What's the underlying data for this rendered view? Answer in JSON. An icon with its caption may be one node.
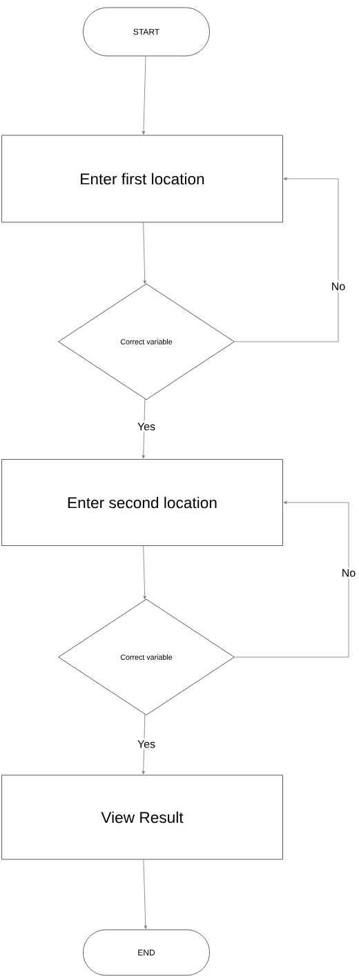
{
  "diagram": {
    "nodes": [
      {
        "text": [
          "START"
        ]
      },
      {
        "text": [
          "Enter first location"
        ]
      },
      {
        "text": [
          "Correct variable"
        ]
      },
      {
        "text": [
          "Enter second location"
        ]
      },
      {
        "text": [
          "Correct variable"
        ]
      },
      {
        "text": [
          "View Result"
        ]
      },
      {
        "text": [
          "END"
        ]
      }
    ],
    "edges": [
      {
        "from": 0,
        "to": 1,
        "arrow": "to"
      },
      {
        "from": 1,
        "to": 2,
        "arrow": "to"
      },
      {
        "from": 2,
        "to": 3,
        "arrow": "to",
        "label": "Yes"
      },
      {
        "from": 2,
        "to": 1,
        "arrow": "to",
        "label": "No"
      },
      {
        "from": 3,
        "to": 4,
        "arrow": "to"
      },
      {
        "from": 4,
        "to": 5,
        "arrow": "to",
        "label": "Yes"
      },
      {
        "from": 4,
        "to": 3,
        "arrow": "to",
        "label": "No"
      },
      {
        "from": 5,
        "to": 6,
        "arrow": "to"
      }
    ]
  }
}
